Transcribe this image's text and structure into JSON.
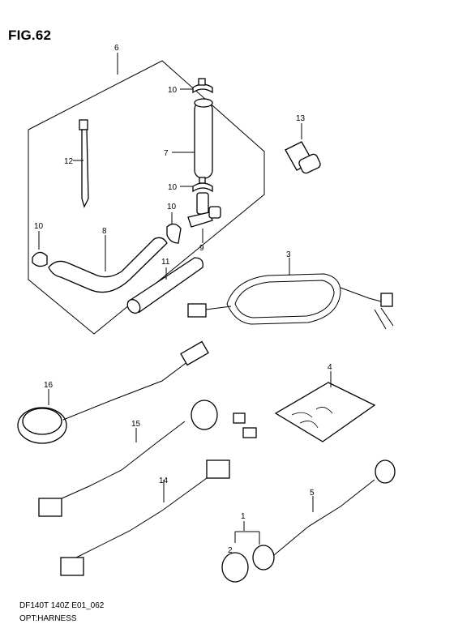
{
  "figure": {
    "title": "FIG.62",
    "code": "DF140T 140Z E01_062",
    "subtitle": "OPT:HARNESS"
  },
  "callouts": [
    "1",
    "2",
    "3",
    "4",
    "5",
    "6",
    "7",
    "8",
    "9",
    "10",
    "10",
    "10",
    "10",
    "11",
    "12",
    "13",
    "14",
    "15",
    "16"
  ]
}
